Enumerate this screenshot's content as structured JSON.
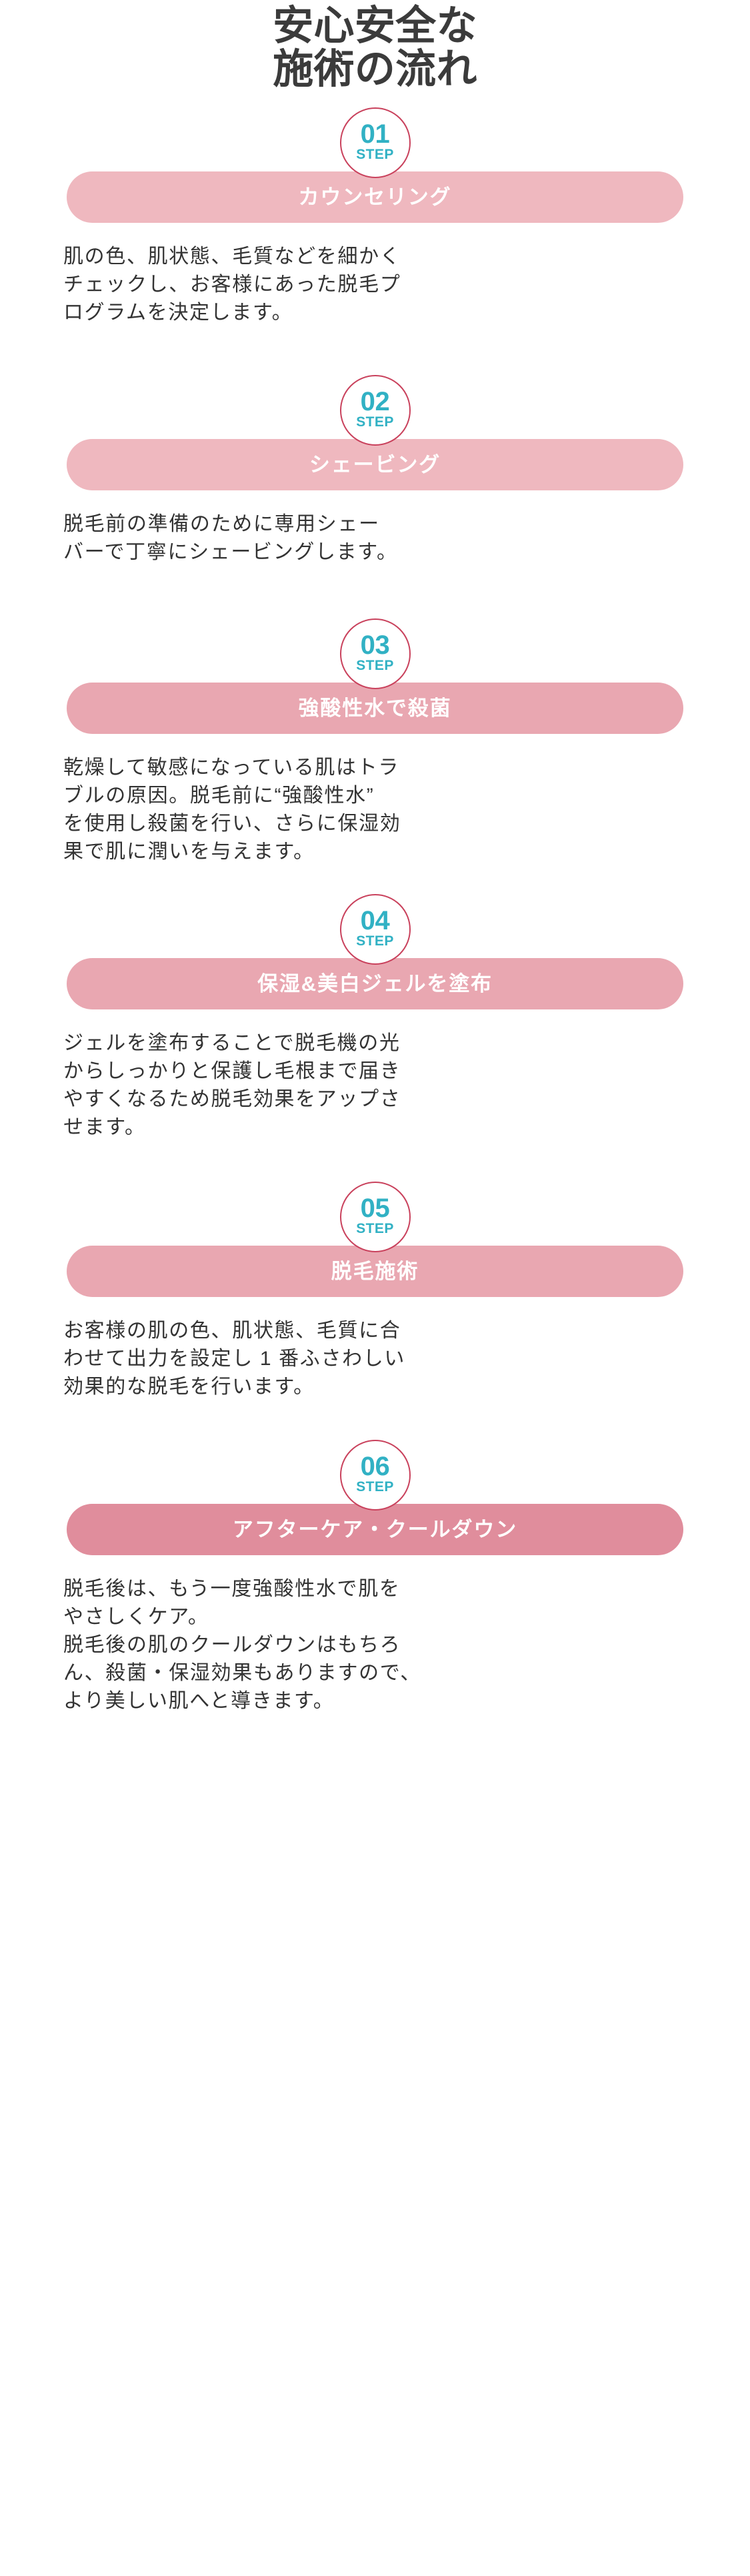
{
  "title": {
    "line1": "安心安全な",
    "line2": "施術の流れ"
  },
  "colors": {
    "title_text": "#3b3b3b",
    "badge_number": "#31b1c4",
    "badge_border": "#c9415c",
    "banner_light": "#efb8bf",
    "banner_mid": "#e9a7b1",
    "banner_deep": "#e08d9c",
    "body_text": "#333333",
    "banner_text": "#ffffff",
    "background": "#ffffff"
  },
  "step_word": "STEP",
  "steps": [
    {
      "number": "01",
      "step_label": "STEP",
      "title": "カウンセリング",
      "banner_color": "#efb8bf",
      "body_lines": [
        "肌の色、肌状態、毛質などを細かく",
        "チェックし、お客様にあった脱毛プ",
        "ログラムを決定します。"
      ]
    },
    {
      "number": "02",
      "step_label": "STEP",
      "title": "シェービング",
      "banner_color": "#efb8bf",
      "body_lines": [
        "脱毛前の準備のために専用シェー",
        "バーで丁寧にシェービングします。"
      ]
    },
    {
      "number": "03",
      "step_label": "STEP",
      "title": "強酸性水で殺菌",
      "banner_color": "#e9a7b1",
      "body_lines": [
        "乾燥して敏感になっている肌はトラ",
        "ブルの原因。脱毛前に“強酸性水”",
        "を使用し殺菌を行い、さらに保湿効",
        "果で肌に潤いを与えます。"
      ]
    },
    {
      "number": "04",
      "step_label": "STEP",
      "title": "保湿&美白ジェルを塗布",
      "banner_color": "#e9a7b1",
      "body_lines": [
        "ジェルを塗布することで脱毛機の光",
        "からしっかりと保護し毛根まで届き",
        "やすくなるため脱毛効果をアップさ",
        "せます。"
      ]
    },
    {
      "number": "05",
      "step_label": "STEP",
      "title": "脱毛施術",
      "banner_color": "#e9a7b1",
      "body_lines": [
        "お客様の肌の色、肌状態、毛質に合",
        "わせて出力を設定し 1 番ふさわしい",
        "効果的な脱毛を行います。"
      ]
    },
    {
      "number": "06",
      "step_label": "STEP",
      "title": "アフターケア・クールダウン",
      "banner_color": "#e08d9c",
      "body_lines": [
        "脱毛後は、もう一度強酸性水で肌を",
        "やさしくケア。",
        "脱毛後の肌のクールダウンはもちろ",
        "ん、殺菌・保湿効果もありますので、",
        "より美しい肌へと導きます。"
      ]
    }
  ]
}
